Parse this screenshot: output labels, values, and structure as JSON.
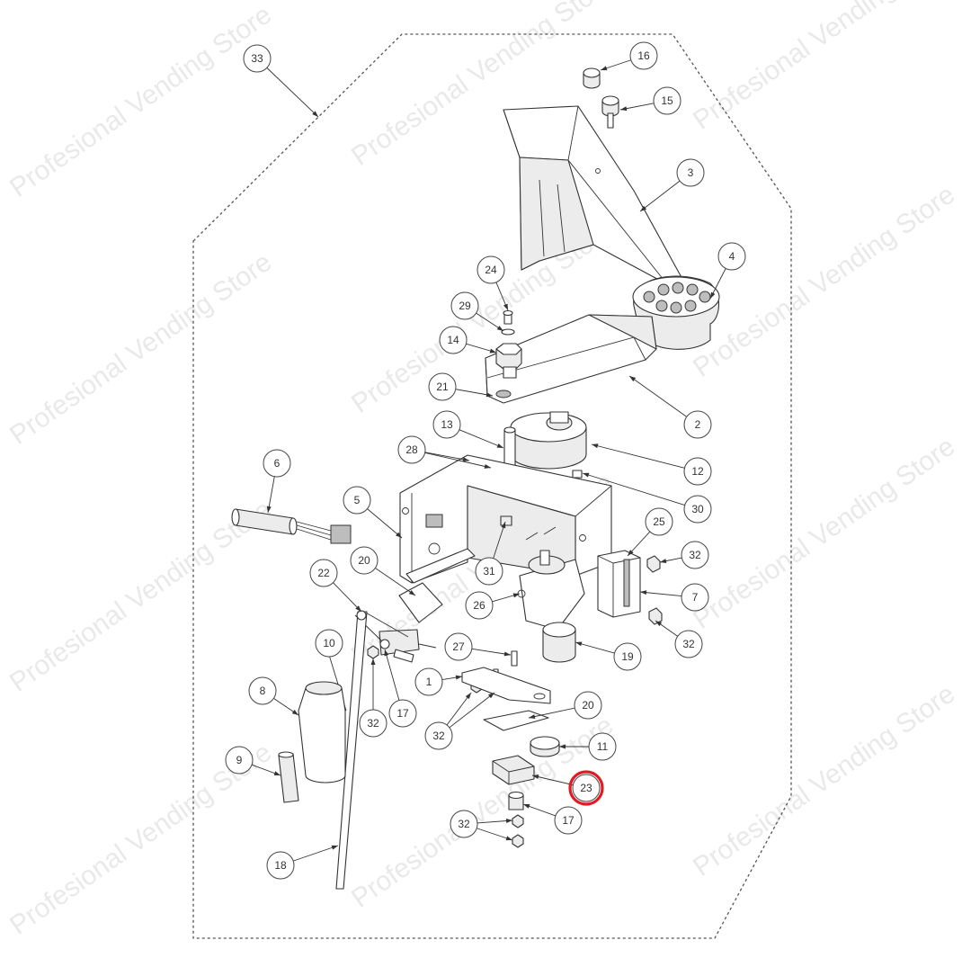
{
  "watermark": "Profesional Vending Store",
  "highlight_color": "#e01b24",
  "highlighted_part": "23",
  "callouts": [
    {
      "id": "c33",
      "label": "33"
    },
    {
      "id": "c16",
      "label": "16"
    },
    {
      "id": "c15",
      "label": "15"
    },
    {
      "id": "c3",
      "label": "3"
    },
    {
      "id": "c4",
      "label": "4"
    },
    {
      "id": "c24",
      "label": "24"
    },
    {
      "id": "c29",
      "label": "29"
    },
    {
      "id": "c14",
      "label": "14"
    },
    {
      "id": "c21",
      "label": "21"
    },
    {
      "id": "c2",
      "label": "2"
    },
    {
      "id": "c13",
      "label": "13"
    },
    {
      "id": "c28",
      "label": "28"
    },
    {
      "id": "c12",
      "label": "12"
    },
    {
      "id": "c30",
      "label": "30"
    },
    {
      "id": "c6",
      "label": "6"
    },
    {
      "id": "c5",
      "label": "5"
    },
    {
      "id": "c25",
      "label": "25"
    },
    {
      "id": "c32a",
      "label": "32"
    },
    {
      "id": "c31",
      "label": "31"
    },
    {
      "id": "c7",
      "label": "7"
    },
    {
      "id": "c20a",
      "label": "20"
    },
    {
      "id": "c22",
      "label": "22"
    },
    {
      "id": "c26",
      "label": "26"
    },
    {
      "id": "c32b",
      "label": "32"
    },
    {
      "id": "c10",
      "label": "10"
    },
    {
      "id": "c27",
      "label": "27"
    },
    {
      "id": "c19",
      "label": "19"
    },
    {
      "id": "c1",
      "label": "1"
    },
    {
      "id": "c8",
      "label": "8"
    },
    {
      "id": "c20b",
      "label": "20"
    },
    {
      "id": "c32c",
      "label": "32"
    },
    {
      "id": "c17a",
      "label": "17"
    },
    {
      "id": "c32d",
      "label": "32"
    },
    {
      "id": "c11",
      "label": "11"
    },
    {
      "id": "c9",
      "label": "9"
    },
    {
      "id": "c23",
      "label": "23"
    },
    {
      "id": "c17b",
      "label": "17"
    },
    {
      "id": "c32e",
      "label": "32"
    },
    {
      "id": "c18",
      "label": "18"
    }
  ]
}
